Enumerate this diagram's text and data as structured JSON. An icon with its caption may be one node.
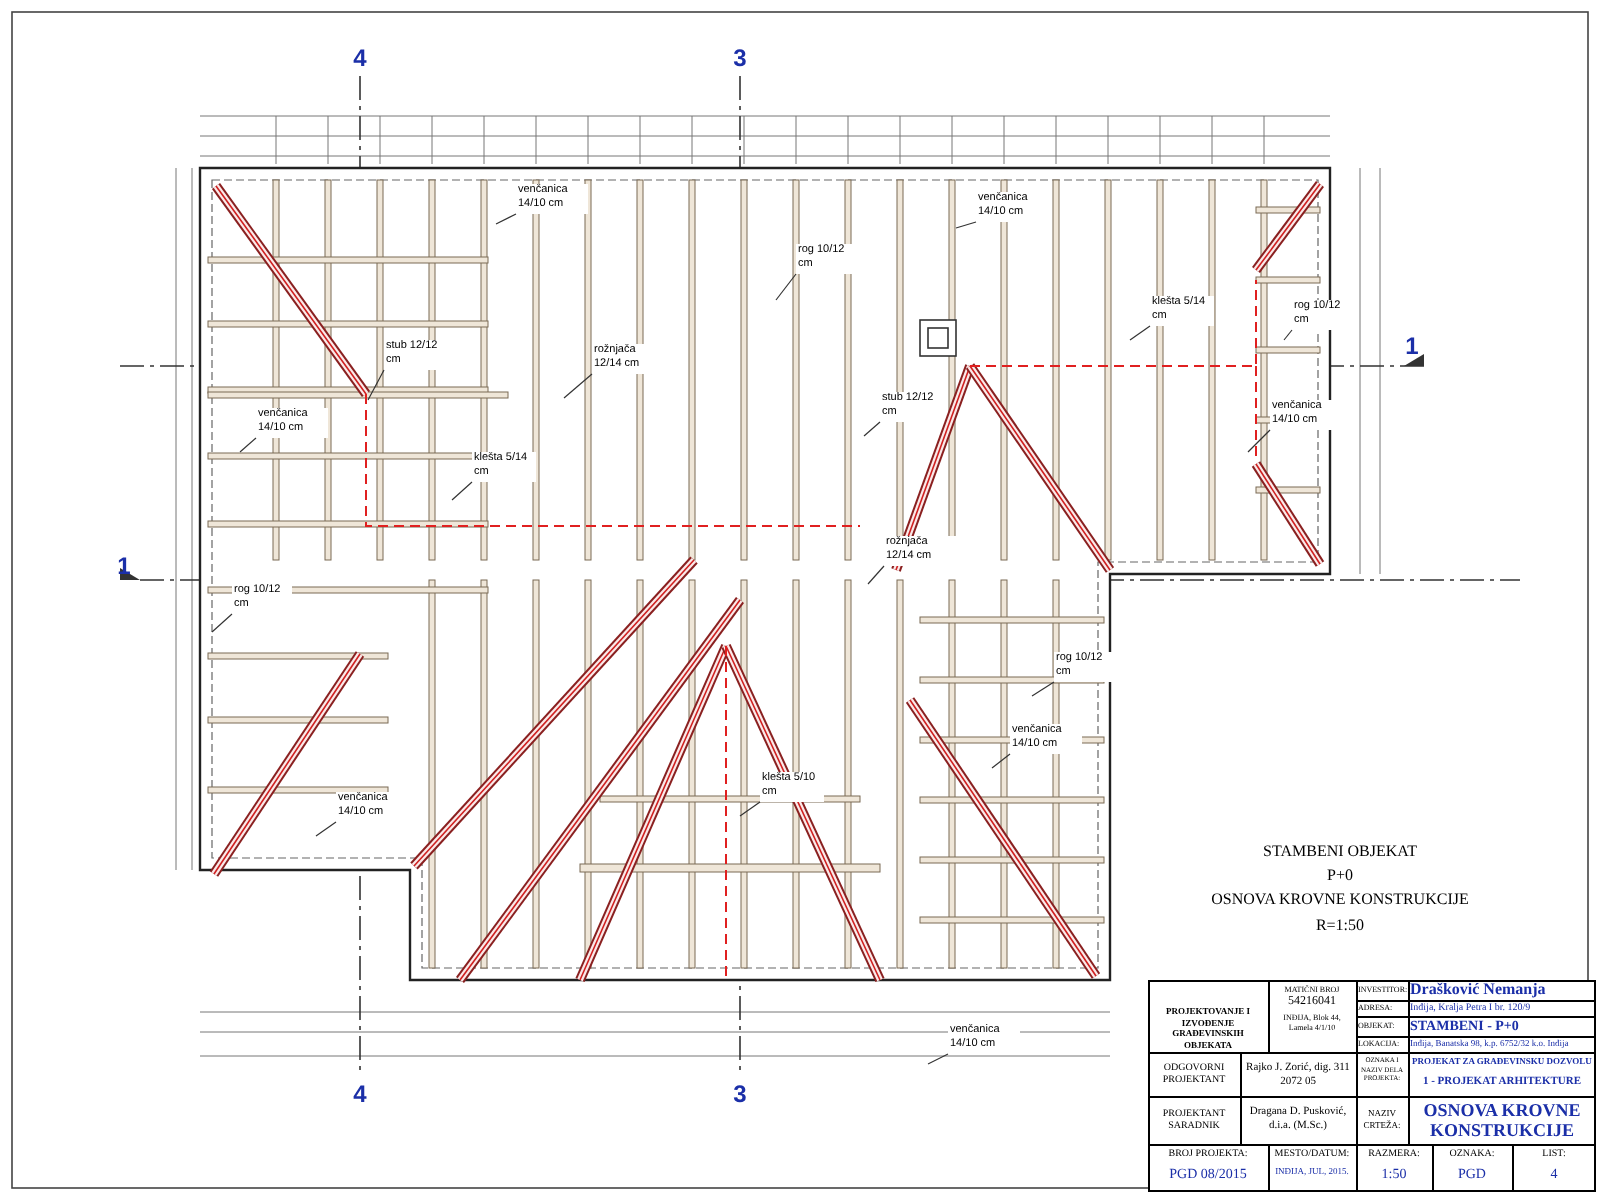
{
  "diagram": {
    "nodes": [
      {
        "text": [
          "venčanica 14/10 cm"
        ]
      },
      {
        "text": [
          "stub 12/12 cm"
        ]
      },
      {
        "text": [
          "rožnjača 12/14 cm"
        ]
      },
      {
        "text": [
          "venčanica 14/10 cm"
        ]
      },
      {
        "text": [
          "klešta 5/14 cm"
        ]
      },
      {
        "text": [
          "rog 10/12 cm"
        ]
      },
      {
        "text": [
          "venčanica 14/10 cm"
        ]
      },
      {
        "text": [
          "klešta 5/14 cm"
        ]
      },
      {
        "text": [
          "rog 10/12 cm"
        ]
      },
      {
        "text": [
          "venčanica 14/10 cm"
        ]
      },
      {
        "text": [
          "stub 12/12 cm"
        ]
      },
      {
        "text": [
          "rog 10/12 cm"
        ]
      },
      {
        "text": [
          "rožnjača 12/14 cm"
        ]
      },
      {
        "text": [
          "rog 10/12 cm"
        ]
      },
      {
        "text": [
          "venčanica 14/10 cm"
        ]
      },
      {
        "text": [
          "klešta 5/10 cm"
        ]
      },
      {
        "text": [
          "venčanica 14/10 cm"
        ]
      },
      {
        "text": [
          "venčanica 14/10 cm"
        ]
      }
    ],
    "edges": [
      {
        "from": 0,
        "to": null,
        "arrow": "none"
      },
      {
        "from": 1,
        "to": null,
        "arrow": "none"
      },
      {
        "from": 2,
        "to": null,
        "arrow": "none"
      },
      {
        "from": 3,
        "to": null,
        "arrow": "none"
      },
      {
        "from": 4,
        "to": null,
        "arrow": "none"
      },
      {
        "from": 5,
        "to": null,
        "arrow": "none"
      },
      {
        "from": 6,
        "to": null,
        "arrow": "none"
      },
      {
        "from": 7,
        "to": null,
        "arrow": "none"
      },
      {
        "from": 8,
        "to": null,
        "arrow": "none"
      },
      {
        "from": 9,
        "to": null,
        "arrow": "none"
      },
      {
        "from": 10,
        "to": null,
        "arrow": "none"
      },
      {
        "from": 11,
        "to": null,
        "arrow": "none"
      },
      {
        "from": 12,
        "to": null,
        "arrow": "none"
      },
      {
        "from": 13,
        "to": null,
        "arrow": "none"
      },
      {
        "from": 14,
        "to": null,
        "arrow": "none"
      },
      {
        "from": 15,
        "to": null,
        "arrow": "none"
      },
      {
        "from": 16,
        "to": null,
        "arrow": "none"
      },
      {
        "from": 17,
        "to": null,
        "arrow": "none"
      }
    ],
    "labels": [
      "STAMBENI OBJEKAT",
      "P+0",
      "OSNOVA KROVNE KONSTRUKCIJE",
      "R=1:50",
      "4",
      "3",
      "1",
      "1",
      "4",
      "3",
      "PROJEKTOVANJE I IZVOĐENJE GRAĐEVINSKIH OBJEKATA",
      "MATIČNI BROJ",
      "54216041",
      "INĐIJA, Blok 44, Lamela 4/1/10",
      "INVESTITOR:",
      "Drašković Nemanja",
      "ADRESA:",
      "Inđija, Kralja Petra I br. 120/9",
      "OBJEKAT:",
      "STAMBENI - P+0",
      "LOKACIJA:",
      "Inđija, Banatska 98, k.p. 6752/32 k.o. Inđija",
      "ODGOVORNI PROJEKTANT",
      "Rajko J. Zorić, dig. 311 2072 05",
      "OZNAKA I NAZIV DELA PROJEKTA:",
      "PROJEKAT ZA GRAĐEVINSKU DOZVOLU",
      "1 - PROJEKAT ARHITEKTURE",
      "PROJEKTANT SARADNIK",
      "Dragana D. Pusković, d.i.a. (M.Sc.)",
      "NAZIV CRTEŽA:",
      "OSNOVA KROVNE KONSTRUKCIJE",
      "BROJ PROJEKTA:",
      "PGD 08/2015",
      "MESTO/DATUM:",
      "INĐIJA, JUL, 2015.",
      "RAZMERA:",
      "1:50",
      "OZNAKA:",
      "PGD",
      "LIST:",
      "4"
    ]
  }
}
